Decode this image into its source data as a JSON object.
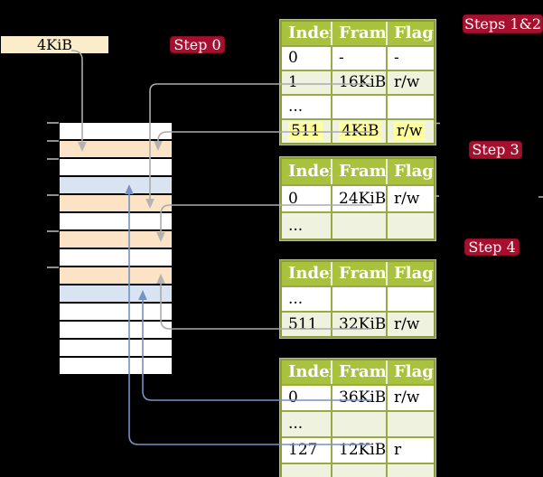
{
  "colors": {
    "background": "#000000",
    "badge_crimson": "#a60f2e",
    "table_header_green": "#a9c23d",
    "table_row_green": "#eef2de",
    "table_border_olive": "#8c9e33",
    "highlight_yellow": "#ffff9b",
    "base_box_cream": "#fcedca",
    "memory_pagetable_peach": "#fde3c6",
    "memory_data_blue": "#d9e4f2",
    "connector_gray": "#ababab",
    "connector_blue": "#7592c4"
  },
  "labels": {
    "page_size_box": "4KiB",
    "badges": [
      {
        "id": "step0",
        "text": "Step 0"
      },
      {
        "id": "steps12",
        "text": "Steps 1&2"
      },
      {
        "id": "step3",
        "text": "Step 3"
      },
      {
        "id": "step4",
        "text": "Step 4"
      }
    ]
  },
  "memory": {
    "rows": [
      {
        "kind": "plain"
      },
      {
        "kind": "pagetable"
      },
      {
        "kind": "plain"
      },
      {
        "kind": "data"
      },
      {
        "kind": "pagetable"
      },
      {
        "kind": "plain"
      },
      {
        "kind": "pagetable"
      },
      {
        "kind": "plain"
      },
      {
        "kind": "pagetable"
      },
      {
        "kind": "data"
      },
      {
        "kind": "plain"
      },
      {
        "kind": "plain"
      },
      {
        "kind": "plain"
      },
      {
        "kind": "plain"
      }
    ]
  },
  "tables": [
    {
      "id": "steps12",
      "headers": [
        "Index",
        "Frame",
        "Flags"
      ],
      "rows": [
        {
          "cells": [
            "0",
            "-",
            "-"
          ],
          "shaded": false,
          "highlight": false
        },
        {
          "cells": [
            "1",
            "16KiB",
            "r/w"
          ],
          "shaded": true,
          "highlight": false
        },
        {
          "cells": [
            "...",
            "",
            ""
          ],
          "shaded": false,
          "highlight": false
        },
        {
          "cells": [
            "511",
            "4KiB",
            "r/w"
          ],
          "shaded": true,
          "highlight": true
        }
      ]
    },
    {
      "id": "step3",
      "headers": [
        "Index",
        "Frame",
        "Flags"
      ],
      "rows": [
        {
          "cells": [
            "0",
            "24KiB",
            "r/w"
          ],
          "shaded": false,
          "highlight": false
        },
        {
          "cells": [
            "...",
            "",
            ""
          ],
          "shaded": true,
          "highlight": false
        }
      ]
    },
    {
      "id": "step4",
      "headers": [
        "Index",
        "Frame",
        "Flags"
      ],
      "rows": [
        {
          "cells": [
            "...",
            "",
            ""
          ],
          "shaded": false,
          "highlight": false
        },
        {
          "cells": [
            "511",
            "32KiB",
            "r/w"
          ],
          "shaded": true,
          "highlight": false
        }
      ]
    },
    {
      "id": "leaf",
      "headers": [
        "Index",
        "Frame",
        "Flags"
      ],
      "rows": [
        {
          "cells": [
            "0",
            "36KiB",
            "r/w"
          ],
          "shaded": false,
          "highlight": false
        },
        {
          "cells": [
            "...",
            "",
            ""
          ],
          "shaded": true,
          "highlight": false
        },
        {
          "cells": [
            "127",
            "12KiB",
            "r"
          ],
          "shaded": false,
          "highlight": false
        },
        {
          "cells": [
            "...",
            "",
            ""
          ],
          "shaded": true,
          "highlight": false
        }
      ]
    }
  ],
  "connectors": [
    {
      "id": "ptbr-to-4kib",
      "color": "gray",
      "from": "page-size-box",
      "to_memory_row": 1
    },
    {
      "id": "t1-16kib",
      "color": "gray",
      "from": "table-steps12 frame 16KiB",
      "to_memory_row": 4
    },
    {
      "id": "t1-4kib",
      "color": "gray",
      "from": "table-steps12 frame 4KiB",
      "to_memory_row": 1
    },
    {
      "id": "t2-24kib",
      "color": "gray",
      "from": "table-step3 frame 24KiB",
      "to_memory_row": 6
    },
    {
      "id": "t3-32kib",
      "color": "gray",
      "from": "table-step4 frame 32KiB",
      "to_memory_row": 8
    },
    {
      "id": "t4-36kib",
      "color": "blue",
      "from": "table-leaf frame 36KiB",
      "to_memory_row": 9
    },
    {
      "id": "t4-12kib",
      "color": "blue",
      "from": "table-leaf frame 12KiB",
      "to_memory_row": 3
    }
  ]
}
